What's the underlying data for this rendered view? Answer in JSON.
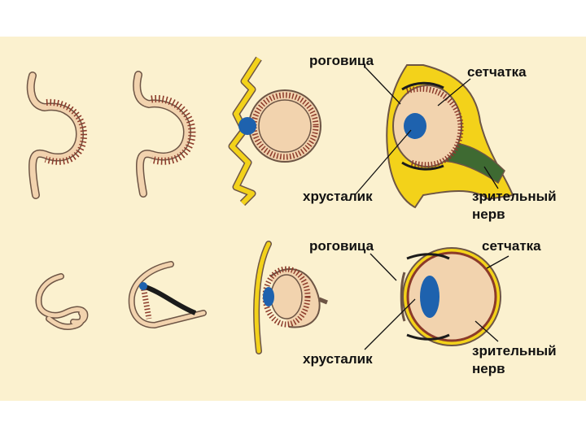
{
  "colors": {
    "background": "#fbf1cf",
    "tissue_fill": "#f2d3ae",
    "tissue_outline": "#6d5545",
    "cell_lines": "#8b3a2a",
    "lens": "#1e62ae",
    "skin_yellow": "#f3d21a",
    "nerve_green": "#3e6a32",
    "pigment": "#1b1b1b"
  },
  "icons": [
    "eye-development-stage-1",
    "eye-development-stage-2",
    "eye-development-stage-3",
    "eye-development-stage-4"
  ],
  "labels": {
    "top": {
      "cornea": "роговица",
      "retina": "сетчатка",
      "lens": "хрусталик",
      "nerve_line1": "зрительный",
      "nerve_line2": "нерв"
    },
    "bottom": {
      "cornea": "роговица",
      "retina": "сетчатка",
      "lens": "хрусталик",
      "nerve_line1": "зрительный",
      "nerve_line2": "нерв"
    }
  }
}
